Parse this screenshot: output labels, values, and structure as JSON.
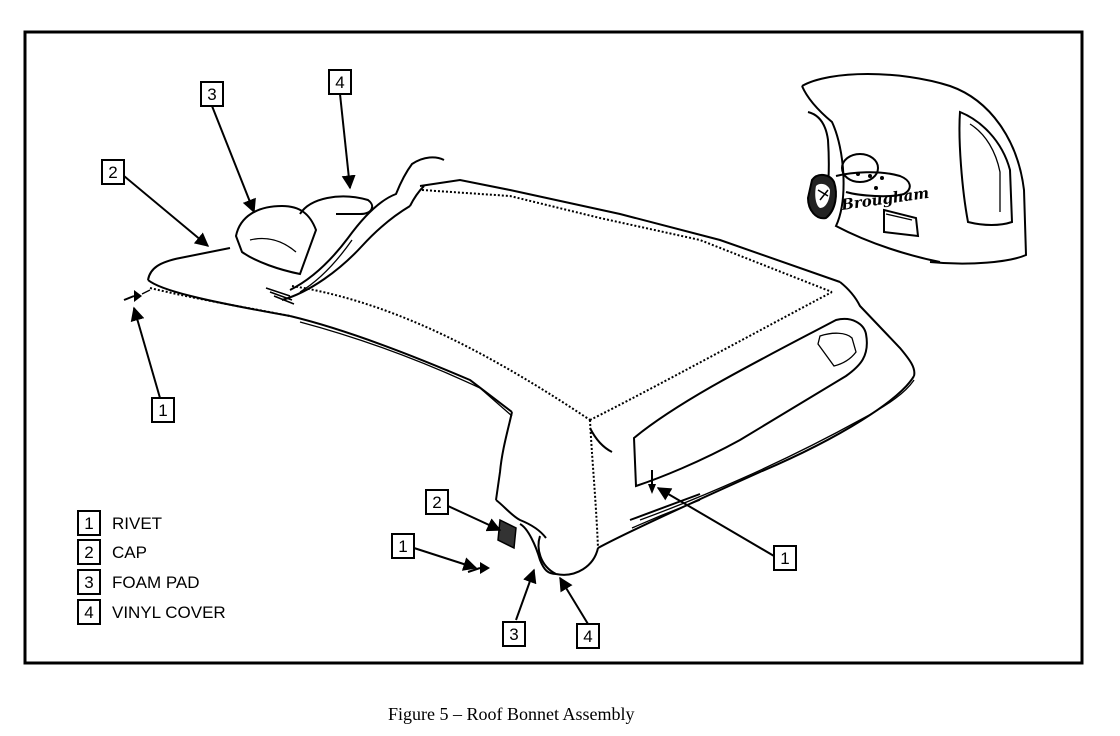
{
  "figure": {
    "caption": "Figure 5 – Roof Bonnet Assembly"
  },
  "legend": [
    {
      "num": "1",
      "label": "RIVET"
    },
    {
      "num": "2",
      "label": "CAP"
    },
    {
      "num": "3",
      "label": "FOAM PAD"
    },
    {
      "num": "4",
      "label": "VINYL COVER"
    }
  ],
  "callouts": {
    "top_foam_pad": "3",
    "top_vinyl_cover": "4",
    "left_cap": "2",
    "left_rivet": "1",
    "bottom_cap": "2",
    "bottom_rivet": "1",
    "bottom_foam_pad": "3",
    "bottom_vinyl_cover": "4",
    "right_rivet": "1"
  },
  "inset": {
    "emblem_text": "Brougham"
  }
}
